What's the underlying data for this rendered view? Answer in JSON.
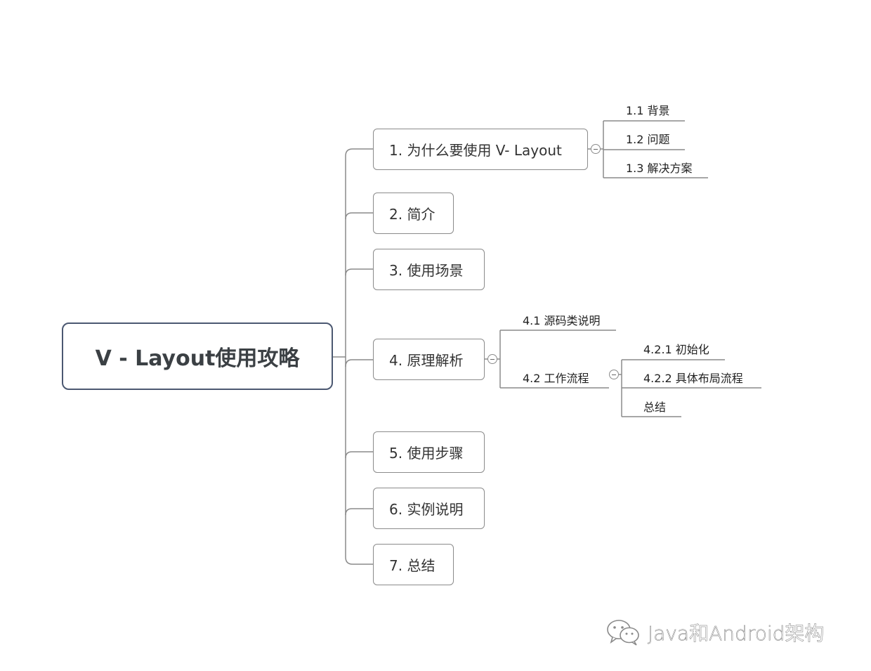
{
  "root": {
    "label": "V - Layout使用攻略"
  },
  "branches": [
    {
      "label": "1. 为什么要使用 V- Layout"
    },
    {
      "label": "2. 简介"
    },
    {
      "label": "3. 使用场景"
    },
    {
      "label": "4. 原理解析"
    },
    {
      "label": "5. 使用步骤"
    },
    {
      "label": "6. 实例说明"
    },
    {
      "label": "7. 总结"
    }
  ],
  "branch1_children": [
    {
      "label": "1.1 背景"
    },
    {
      "label": "1.2 问题"
    },
    {
      "label": "1.3 解决方案"
    }
  ],
  "branch4_children": [
    {
      "label": "4.1 源码类说明"
    },
    {
      "label": "4.2 工作流程"
    }
  ],
  "branch42_children": [
    {
      "label": "4.2.1 初始化"
    },
    {
      "label": "4.2.2 具体布局流程"
    },
    {
      "label": "总结"
    }
  ],
  "watermark": {
    "text": "Java和Android架构",
    "icon": "wechat-icon"
  },
  "colors": {
    "root_border": "#4b5871",
    "node_border": "#8b8b8b",
    "connector": "#8a8a8a"
  }
}
